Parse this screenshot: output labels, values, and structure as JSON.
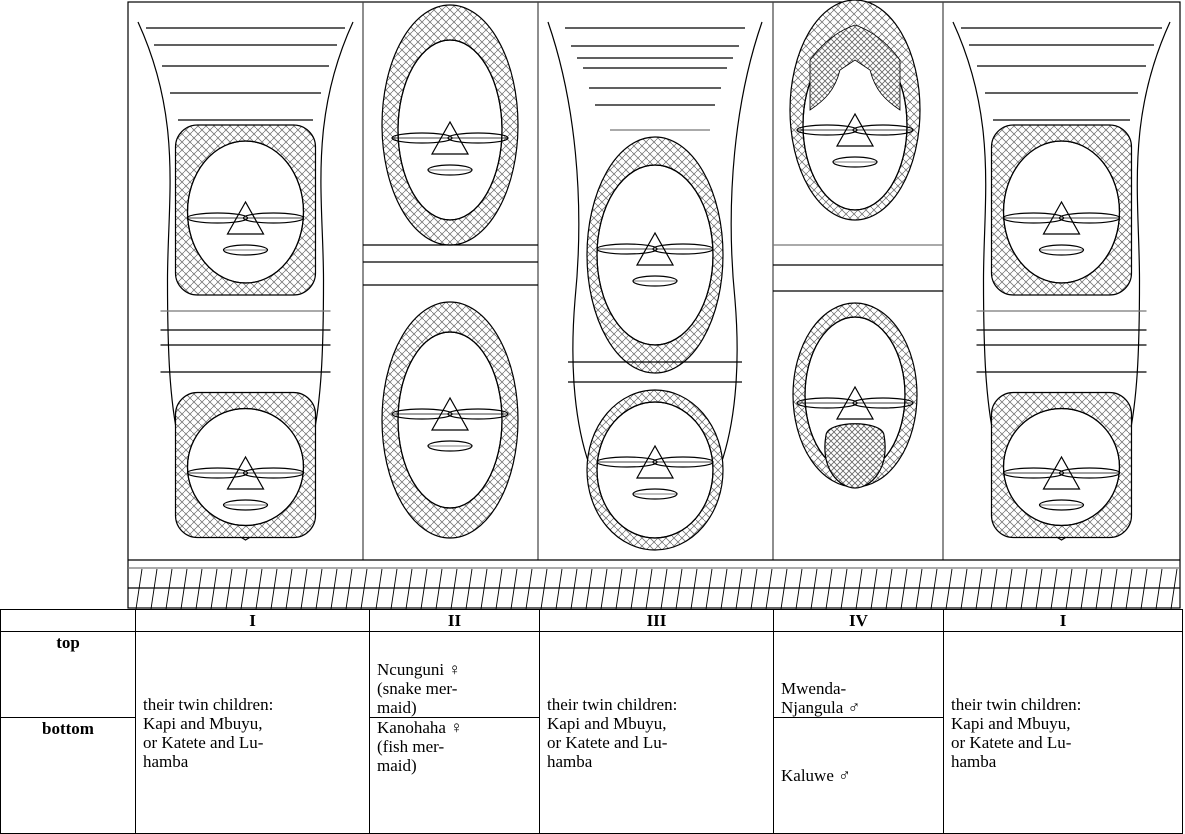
{
  "table": {
    "columns": [
      "",
      "I",
      "II",
      "III",
      "IV",
      "I"
    ],
    "row_labels": {
      "top": "top",
      "bottom": "bottom"
    },
    "twins_text": [
      "their twin children:",
      "Kapi and Mbuyu,",
      "or Katete and Lu-",
      "hamba"
    ],
    "col2_top": [
      "Ncunguni ♀",
      "(snake mer-",
      "maid)"
    ],
    "col2_bottom": [
      "Kanohaha ♀",
      "(fish mer-",
      "maid)"
    ],
    "col4_top": [
      "Mwenda-",
      "Njangula ♂"
    ],
    "col4_bottom": [
      "Kaluwe ♂"
    ]
  },
  "figure": {
    "masks": [
      {
        "column": "I",
        "position": "top",
        "frame": "square"
      },
      {
        "column": "I",
        "position": "bottom",
        "frame": "square"
      },
      {
        "column": "II",
        "position": "top",
        "frame": "oval"
      },
      {
        "column": "II",
        "position": "bottom",
        "frame": "oval"
      },
      {
        "column": "III",
        "position": "top",
        "frame": "oval"
      },
      {
        "column": "III",
        "position": "bottom",
        "frame": "oval"
      },
      {
        "column": "IV",
        "position": "top",
        "frame": "oval"
      },
      {
        "column": "IV",
        "position": "bottom",
        "frame": "oval"
      },
      {
        "column": "I",
        "position": "top",
        "frame": "square"
      },
      {
        "column": "I",
        "position": "bottom",
        "frame": "square"
      }
    ]
  }
}
